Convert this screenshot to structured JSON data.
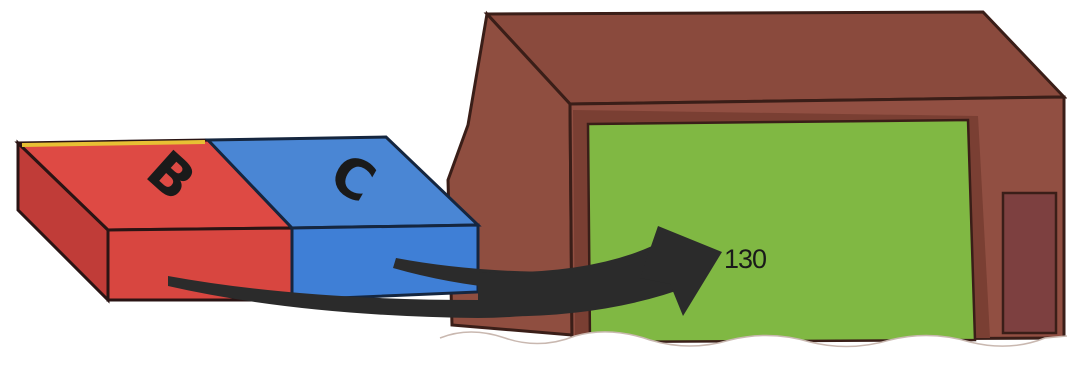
{
  "blocks": [
    {
      "label": "B",
      "color_top": "#de4a44",
      "color_front": "#d84640",
      "color_side": "#c03c38"
    },
    {
      "label": "C",
      "color_top": "#4a86d4",
      "color_front": "#3f7fd6"
    }
  ],
  "arrow": {
    "label": "130",
    "color": "#2b2b2b"
  },
  "building": {
    "wall_color": "#8f4e40",
    "roof_color": "#8a4a3d",
    "door_interior_color": "#80b843",
    "side_door_color": "#7d4040"
  }
}
